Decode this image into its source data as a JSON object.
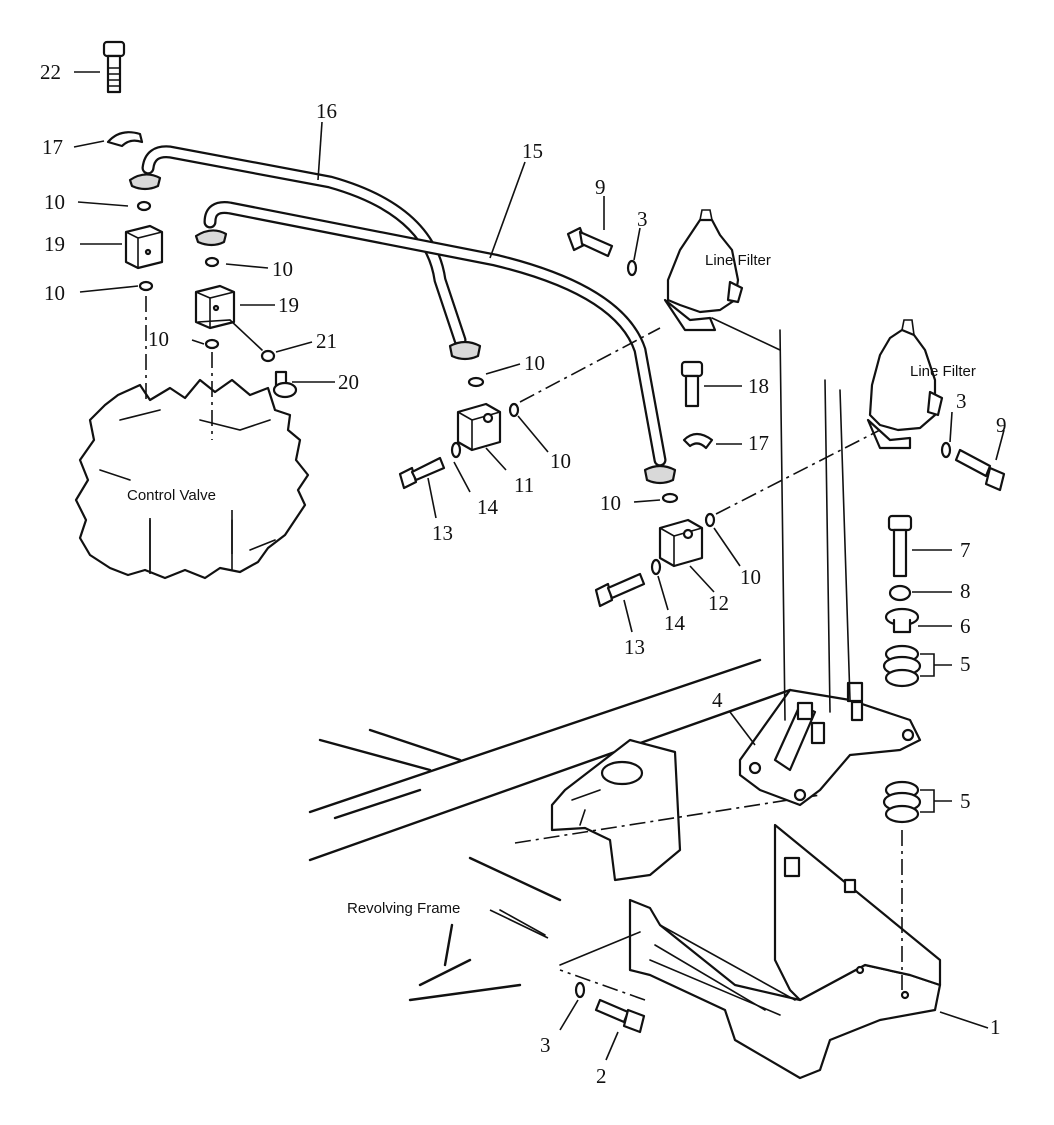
{
  "labels": {
    "control_valve": "Control Valve",
    "line_filter_1": "Line Filter",
    "line_filter_2": "Line Filter",
    "revolving_frame": "Revolving Frame"
  },
  "callouts": {
    "c22": "22",
    "c17a": "17",
    "c16": "16",
    "c15": "15",
    "c10a": "10",
    "c19a": "19",
    "c10b": "10",
    "c10c": "10",
    "c19b": "19",
    "c10d": "10",
    "c21": "21",
    "c20": "20",
    "c9a": "9",
    "c3a": "3",
    "c10e": "10",
    "c10f": "10",
    "c11": "11",
    "c14a": "14",
    "c13a": "13",
    "c18": "18",
    "c17b": "17",
    "c3b": "3",
    "c9b": "9",
    "c10g": "10",
    "c10h": "10",
    "c12": "12",
    "c14b": "14",
    "c13b": "13",
    "c7": "7",
    "c8": "8",
    "c6": "6",
    "c5a": "5",
    "c4": "4",
    "c5b": "5",
    "c1": "1",
    "c3c": "3",
    "c2": "2"
  }
}
